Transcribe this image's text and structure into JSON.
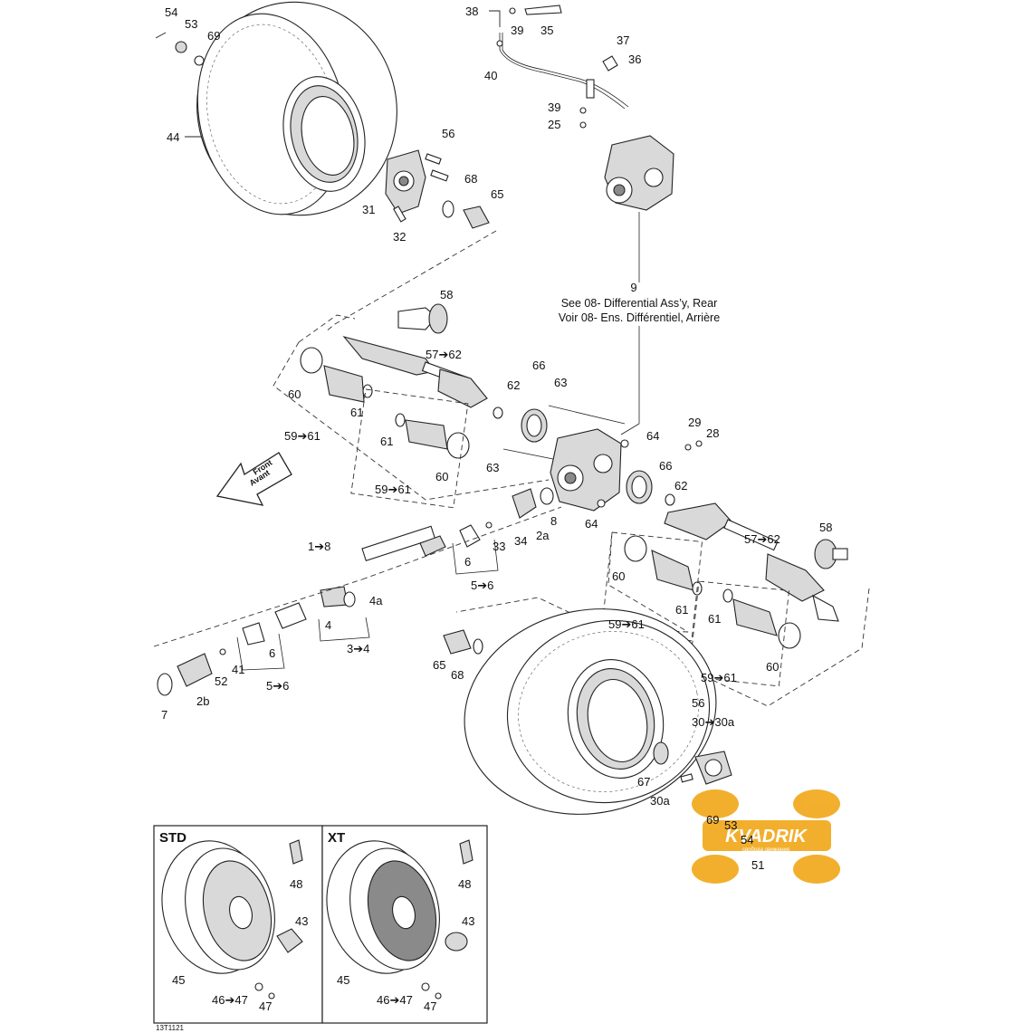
{
  "reference_note": {
    "callout": "9",
    "line_en": "See 08- Differential Ass’y, Rear",
    "line_fr": "Voir 08- Ens. Différentiel, Arrière"
  },
  "front_arrow": {
    "line1": "Front",
    "line2": "Avant"
  },
  "variant_boxes": {
    "std_title": "STD",
    "xt_title": "XT"
  },
  "drawing_code": "13T1121",
  "watermark": {
    "brand": "KVADRIK",
    "slogan": "свобода движения"
  },
  "callouts": {
    "c54": "54",
    "c53": "53",
    "c69": "69",
    "c44": "44",
    "c56": "56",
    "c31": "31",
    "c32": "32",
    "c68": "68",
    "c65": "65",
    "c38": "38",
    "c39": "39",
    "c35": "35",
    "c40": "40",
    "c37": "37",
    "c36": "36",
    "c39b": "39",
    "c25": "25",
    "c58": "58",
    "c57_62": "57➔62",
    "c60": "60",
    "c61": "61",
    "c59_61": "59➔61",
    "c66": "66",
    "c62": "62",
    "c63": "63",
    "c61b": "61",
    "c60b": "60",
    "c59_61b": "59➔61",
    "c63b": "63",
    "c64": "64",
    "c29": "29",
    "c28": "28",
    "c66b": "66",
    "c62b": "62",
    "c8": "8",
    "c64b": "64",
    "c2a": "2a",
    "c33": "33",
    "c34": "34",
    "c6": "6",
    "c5_6": "5➔6",
    "c1_8": "1➔8",
    "c4a": "4a",
    "c4": "4",
    "c3_4": "3➔4",
    "c6b": "6",
    "c5_6b": "5➔6",
    "c41": "41",
    "c52": "52",
    "c2b": "2b",
    "c7": "7",
    "c58b": "58",
    "c57_62b": "57➔62",
    "c60c": "60",
    "c61c": "61",
    "c59_61c": "59➔61",
    "c61d": "61",
    "c60d": "60",
    "c59_61d": "59➔61",
    "c65b": "65",
    "c68b": "68",
    "c56b": "56",
    "c30_30a": "30➔30a",
    "c67": "67",
    "c30a": "30a",
    "c69b": "69",
    "c53b": "53",
    "c54b": "54",
    "c51": "51",
    "std48": "48",
    "std43": "43",
    "std45": "45",
    "std46_47": "46➔47",
    "std47": "47",
    "xt48": "48",
    "xt43": "43",
    "xt45": "45",
    "xt46_47": "46➔47",
    "xt47": "47"
  }
}
